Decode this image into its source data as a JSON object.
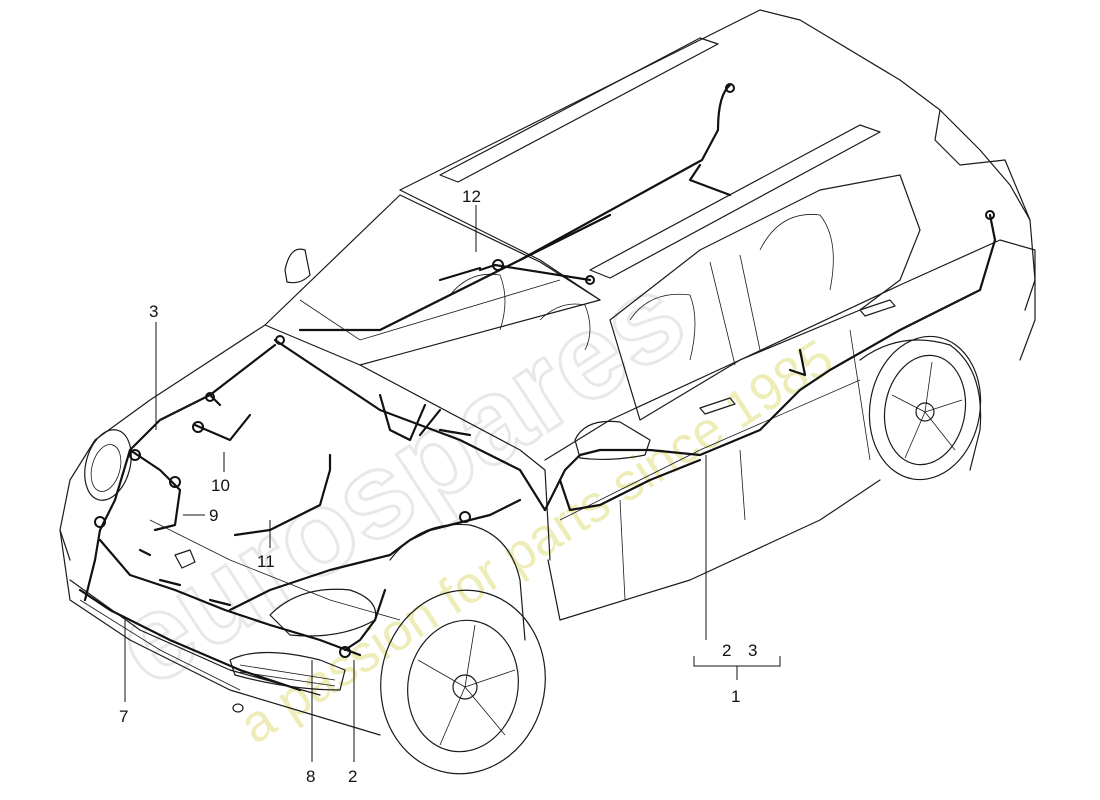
{
  "callouts": {
    "c1": "1",
    "c2": "2",
    "c3": "3",
    "c7": "7",
    "c8": "8",
    "c9": "9",
    "c10": "10",
    "c11": "11",
    "c12": "12",
    "c2_group": "2",
    "c3_group": "3"
  },
  "watermark": {
    "logo": "eurospares",
    "tagline": "a passion for parts since 1985"
  },
  "colors": {
    "line": "#1a1a1a",
    "watermark_logo": "#d9d9d9",
    "watermark_tagline": "#e9e6a0"
  }
}
